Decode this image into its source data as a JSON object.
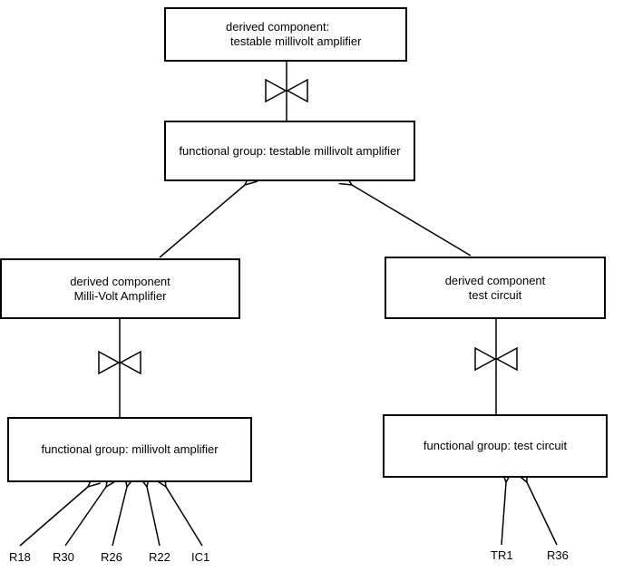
{
  "nodes": {
    "derived_testable": {
      "line1": "derived component:",
      "line2": "testable millivolt amplifier"
    },
    "functional_testable": {
      "label": "functional group: testable millivolt amplifier"
    },
    "derived_millivolt": {
      "line1": "derived component",
      "line2": "Milli-Volt Amplifier"
    },
    "derived_test": {
      "line1": "derived component",
      "line2": "test circuit"
    },
    "functional_millivolt": {
      "label": "functional group: millivolt amplifier"
    },
    "functional_test": {
      "label": "functional group: test circuit"
    }
  },
  "components": {
    "millivolt": [
      "R18",
      "R30",
      "R26",
      "R22",
      "IC1"
    ],
    "test": [
      "TR1",
      "R36"
    ]
  },
  "icons": {
    "bowtie": "bowtie-transform-symbol"
  },
  "colors": {
    "background": "#ffffff",
    "line": "#000000",
    "text": "#000000"
  }
}
